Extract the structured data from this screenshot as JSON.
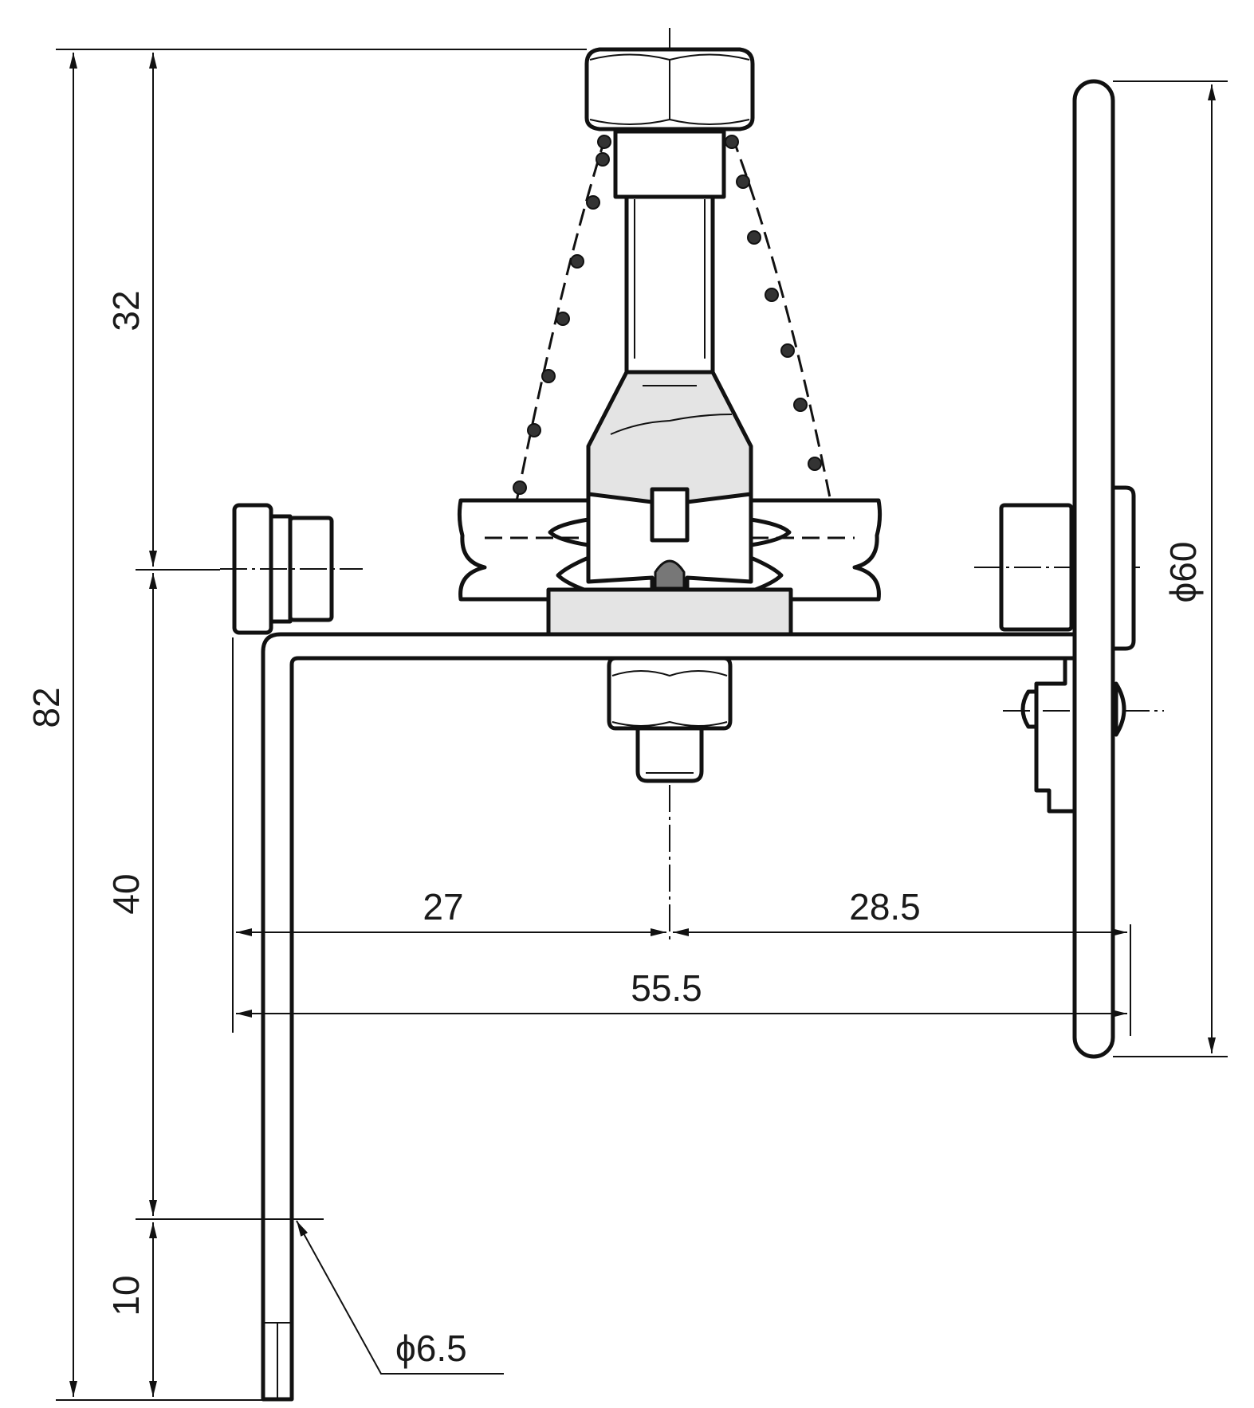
{
  "dimensions": {
    "overall_height": "82",
    "upper_height": "32",
    "middle_height": "40",
    "lower_height": "10",
    "left_offset": "27",
    "right_offset": "28.5",
    "total_width": "55.5",
    "wheel_diameter": "ϕ60",
    "hole_diameter": "ϕ6.5"
  }
}
